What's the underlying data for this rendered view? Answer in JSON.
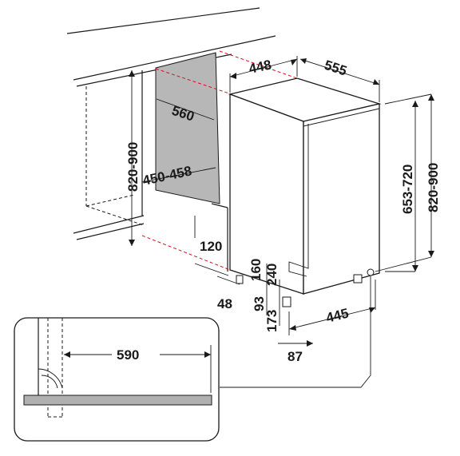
{
  "dimensions": {
    "cabinet_width": "448",
    "cabinet_depth": "555",
    "niche_depth": "560",
    "niche_width": "450-458",
    "niche_height": "820-900",
    "appliance_height_door": "653-720",
    "appliance_height_total": "820-900",
    "plinth_setback": "120",
    "plinth_gap": "48",
    "plinth_93": "93",
    "plinth_160": "160",
    "plinth_173": "173",
    "plinth_240": "240",
    "foot_width": "445",
    "foot_offset": "87",
    "detail_clearance": "590"
  },
  "colors": {
    "line": "#1a1a1a",
    "niche_wall": "#b7b7b7",
    "countertop": "#b0b0b0",
    "guide_red": "#d0141b"
  }
}
